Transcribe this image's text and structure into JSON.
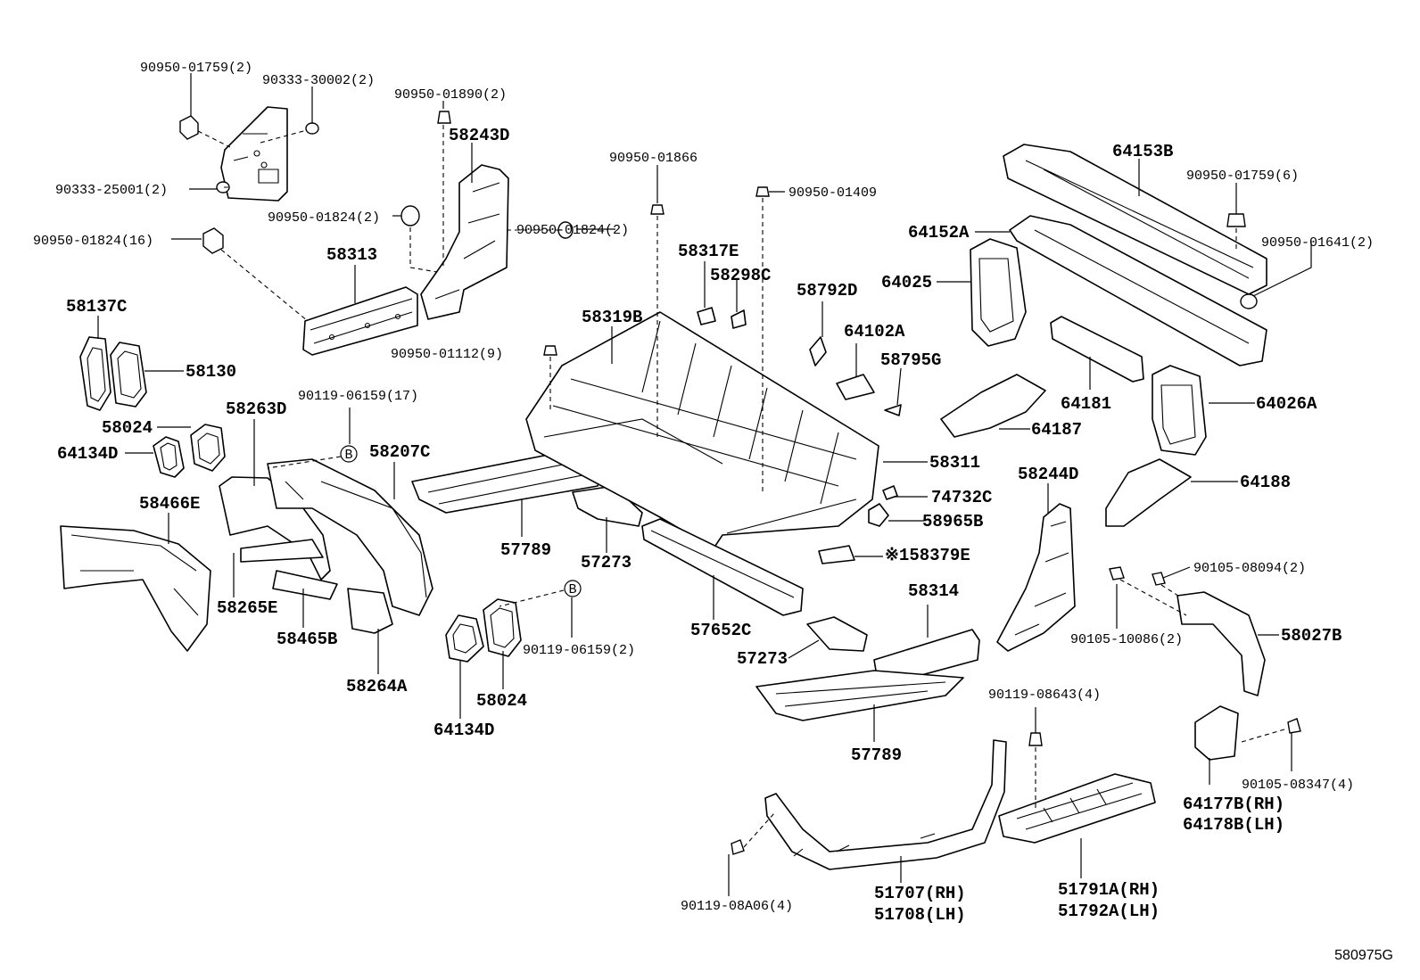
{
  "labels": {
    "l_90950_01759_2": "90950-01759(2)",
    "l_90333_30002": "90333-30002(2)",
    "l_90950_01890": "90950-01890(2)",
    "l_58243D": "58243D",
    "l_90950_01866": "90950-01866",
    "l_64153B": "64153B",
    "l_90950_01759_6": "90950-01759(6)",
    "l_90333_25001": "90333-25001(2)",
    "l_90950_01824_a": "90950-01824(2)",
    "l_90950_01409": "90950-01409",
    "l_64152A": "64152A",
    "l_90950_01641": "90950-01641(2)",
    "l_90950_01824_b": "90950-01824(2)",
    "l_90950_01824_16": "90950-01824(16)",
    "l_58313": "58313",
    "l_58317E": "58317E",
    "l_58298C": "58298C",
    "l_58792D": "58792D",
    "l_64025": "64025",
    "l_58137C": "58137C",
    "l_58319B": "58319B",
    "l_64102A": "64102A",
    "l_58130": "58130",
    "l_90950_01112": "90950-01112(9)",
    "l_58795G": "58795G",
    "l_90119_06159_17": "90119-06159(17)",
    "l_64181": "64181",
    "l_64026A": "64026A",
    "l_58263D": "58263D",
    "l_58024_a": "58024",
    "l_64187": "64187",
    "l_64134D_a": "64134D",
    "l_58207C": "58207C",
    "l_58311": "58311",
    "l_58244D": "58244D",
    "l_64188": "64188",
    "l_74732C": "74732C",
    "l_58466E": "58466E",
    "l_58965B": "58965B",
    "l_57789_a": "57789",
    "l_57273_a": "57273",
    "l_58379E": "※158379E",
    "l_90105_08094": "90105-08094(2)",
    "l_58314": "58314",
    "l_58265E": "58265E",
    "l_90119_06159_2": "90119-06159(2)",
    "l_90105_10086": "90105-10086(2)",
    "l_57652C": "57652C",
    "l_58027B": "58027B",
    "l_58465B": "58465B",
    "l_57273_b": "57273",
    "l_58264A": "58264A",
    "l_90119_08643": "90119-08643(4)",
    "l_58024_b": "58024",
    "l_64134D_b": "64134D",
    "l_57789_b": "57789",
    "l_90105_08347": "90105-08347(4)",
    "l_64177B": "64177B(RH)",
    "l_64178B": "64178B(LH)",
    "l_90119_08A06": "90119-08A06(4)",
    "l_51707": "51707(RH)",
    "l_51708": "51708(LH)",
    "l_51791A": "51791A(RH)",
    "l_51792A": "51792A(LH)",
    "b_ref_1": "B",
    "b_ref_2": "B"
  },
  "diagram_id": "580975G"
}
